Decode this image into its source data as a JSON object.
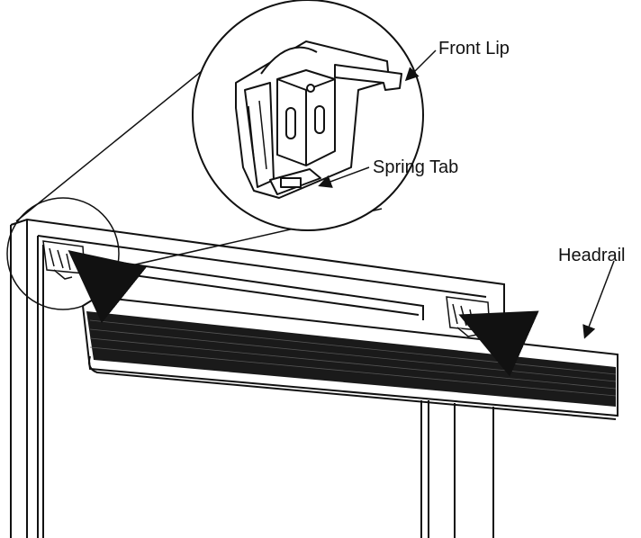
{
  "labels": {
    "front_lip": "Front Lip",
    "spring_tab": "Spring Tab",
    "headrail": "Headrail"
  },
  "colors": {
    "line": "#111111",
    "background": "#ffffff",
    "headrail_shade": "#1a1a1a"
  }
}
